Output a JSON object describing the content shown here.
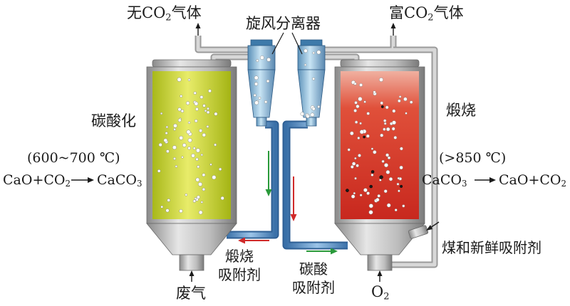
{
  "labels": {
    "top_left_gas": {
      "prefix": "无CO",
      "sub": "2",
      "suffix": "气体"
    },
    "top_right_gas": {
      "prefix": "富CO",
      "sub": "2",
      "suffix": "气体"
    },
    "cyclone": "旋风分离器",
    "carbonation": "碳酸化",
    "calcination": "煅烧",
    "carbonation_temp": "(600~700 ℃)",
    "calcination_temp": "(>850 ℃)",
    "carbonation_reaction": {
      "cao_plus_co": "CaO+CO",
      "co_sub": "2",
      "caco": "CaCO",
      "caco_sub": "3"
    },
    "calcination_reaction": {
      "caco": "CaCO",
      "caco_sub": "3",
      "cao_plus_co": "CaO+CO",
      "co_sub": "2"
    },
    "fresh_sorbent": "煤和新鲜吸附剂",
    "calcined_sorbent": {
      "line1": "煅烧",
      "line2": "吸附剂"
    },
    "carbonated_sorbent": {
      "line1": "碳酸",
      "line2": "吸附剂"
    },
    "flue_gas": "废气",
    "oxygen": {
      "prefix": "O",
      "sub": "2"
    }
  },
  "colors": {
    "carbonator_fill": "#c8d42a",
    "calciner_fill": "#d83a2a",
    "vessel_metal": "#b8b8b8",
    "pipe_blue": "#5b8fc8",
    "pipe_gray": "#c4c4c4",
    "arrow_green": "#2a9a3a",
    "arrow_red": "#d02a2a"
  },
  "icons": [
    "arrow-up-icon",
    "arrow-down-icon",
    "arrow-left-icon",
    "arrow-right-icon"
  ]
}
